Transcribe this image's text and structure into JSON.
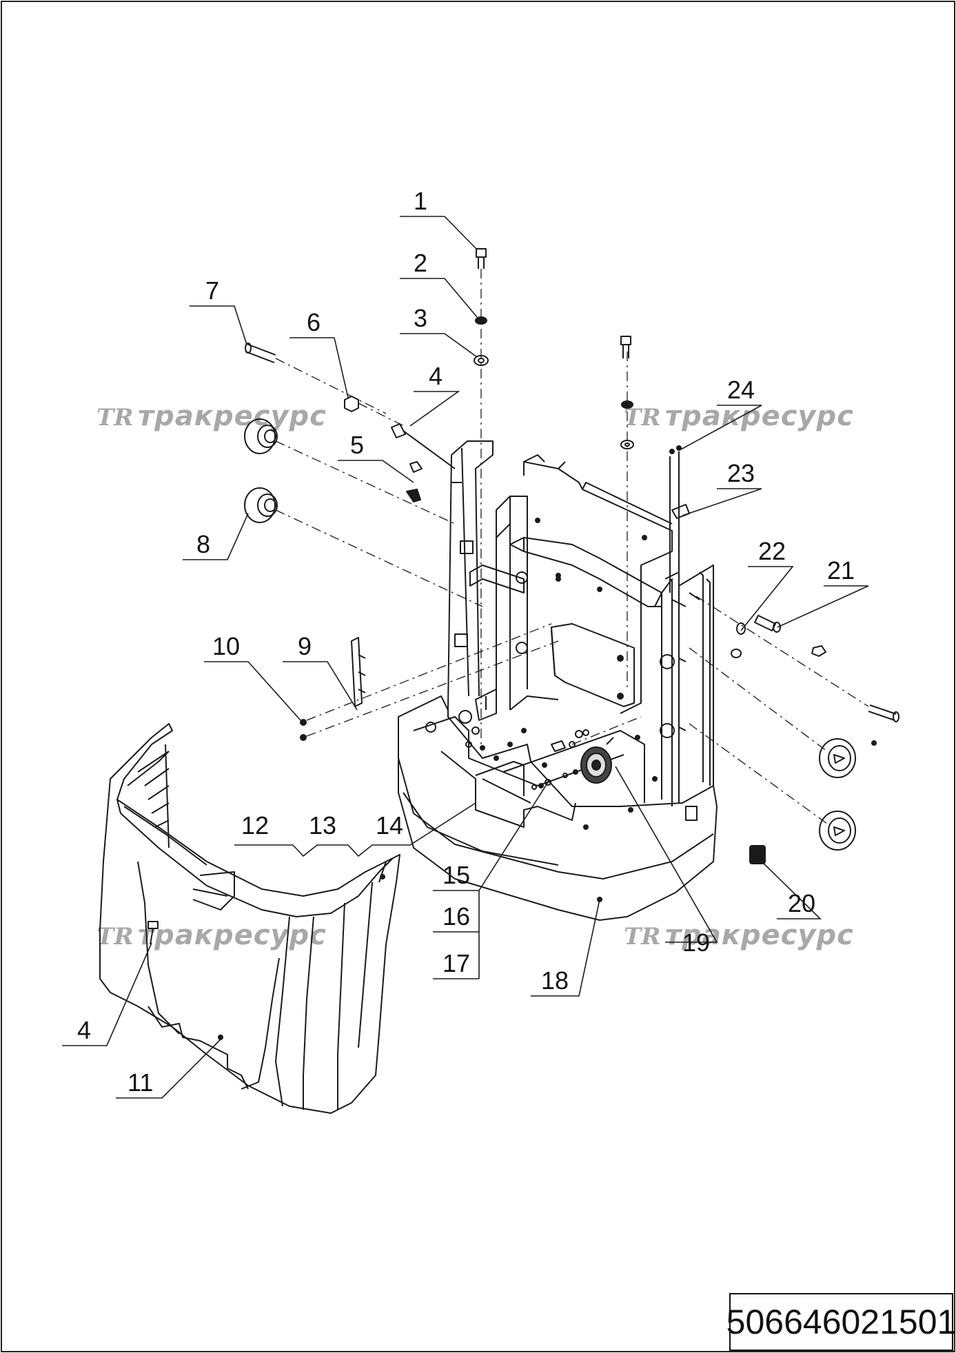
{
  "drawing": {
    "part_number": "506646021501",
    "watermark_text": "тракресурс",
    "watermark_logo": "TR",
    "line_color": "#1a1a1a",
    "watermark_color": "#a8a8a8"
  },
  "callouts": [
    {
      "label": "1"
    },
    {
      "label": "2"
    },
    {
      "label": "3"
    },
    {
      "label": "4"
    },
    {
      "label": "5"
    },
    {
      "label": "6"
    },
    {
      "label": "7"
    },
    {
      "label": "8"
    },
    {
      "label": "9"
    },
    {
      "label": "10"
    },
    {
      "label": "11"
    },
    {
      "label": "12"
    },
    {
      "label": "13"
    },
    {
      "label": "14"
    },
    {
      "label": "15"
    },
    {
      "label": "16"
    },
    {
      "label": "17"
    },
    {
      "label": "18"
    },
    {
      "label": "19"
    },
    {
      "label": "20"
    },
    {
      "label": "21"
    },
    {
      "label": "22"
    },
    {
      "label": "23"
    },
    {
      "label": "24"
    },
    {
      "label": "4"
    }
  ]
}
